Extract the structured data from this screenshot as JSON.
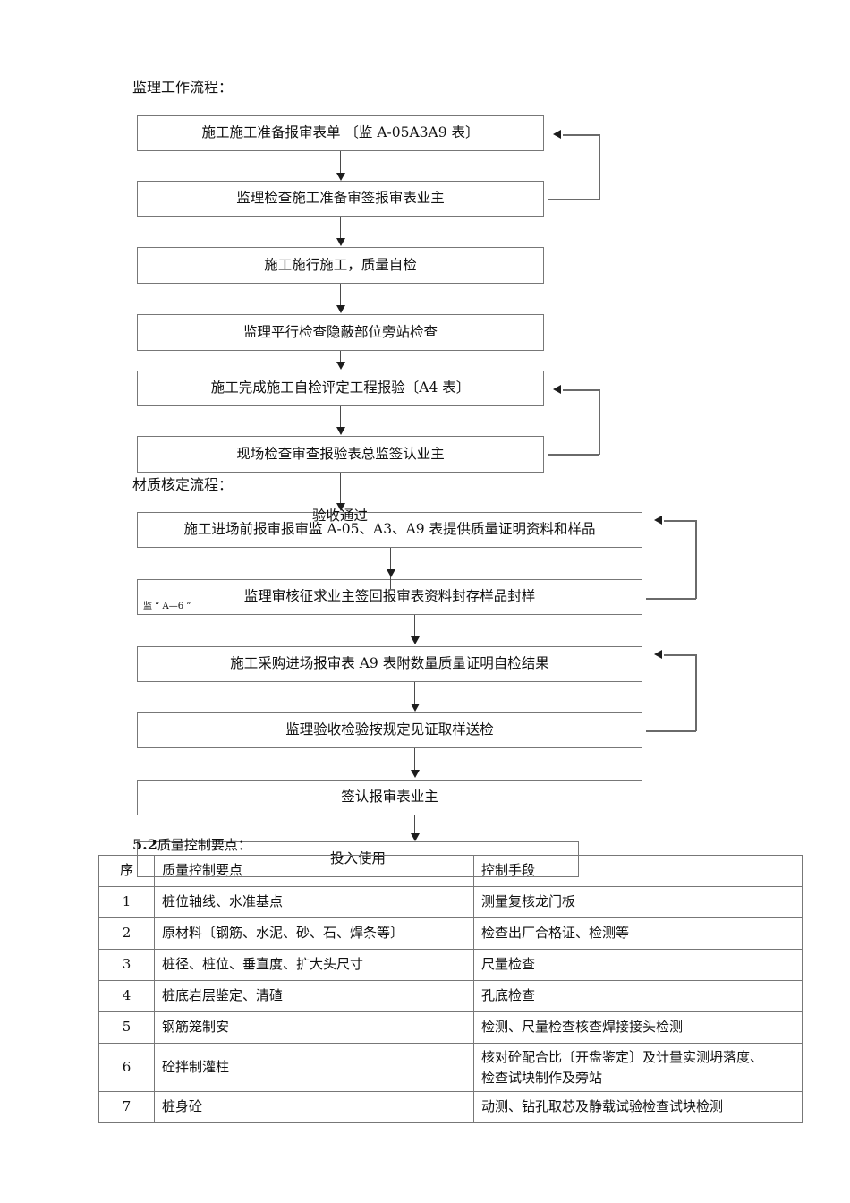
{
  "document": {
    "sections": [
      {
        "id": "supervision-flow",
        "caption": "监理工作流程："
      },
      {
        "id": "material-flow",
        "caption": "材质核定流程："
      },
      {
        "id": "quality-points",
        "caption_number": "5.2",
        "caption_text": "质量控制要点："
      }
    ]
  },
  "supervision_flow": {
    "boxes": [
      {
        "id": "box-1",
        "label": "施工施工准备报审表单 〔监 A-05A3A9 表〕"
      },
      {
        "id": "box-2",
        "label": "监理检查施工准备审签报审表业主"
      },
      {
        "id": "box-3",
        "label": "施工施行施工，质量自检"
      },
      {
        "id": "box-4",
        "label": "监理平行检查隐蔽部位旁站检查"
      },
      {
        "id": "box-5",
        "label": "施工完成施工自检评定工程报验〔A4 表〕"
      },
      {
        "id": "box-6",
        "label": "现场检查审查报验表总监签认业主"
      }
    ]
  },
  "material_flow": {
    "boxes": [
      {
        "id": "box-7",
        "label": "施工进场前报审报审监 A-05、A3、A9 表提供质量证明资料和样品"
      },
      {
        "id": "box-8",
        "label": "监理审核征求业主签回报审表资料封存样品封样"
      },
      {
        "id": "box-9",
        "label": "施工采购进场报审表 A9 表附数量质量证明自检结果"
      },
      {
        "id": "box-10",
        "label": "监理验收检验按规定见证取样送检"
      },
      {
        "id": "box-11",
        "label": "签认报审表业主"
      },
      {
        "id": "box-12",
        "label": "投入使用"
      }
    ],
    "overlay_labels": [
      {
        "id": "pass-label",
        "label": "验收通过"
      },
      {
        "id": "form-a6-label",
        "label": "监 “ A—6 ”"
      }
    ]
  },
  "quality_table": {
    "headers": [
      "序",
      "质量控制要点",
      "控制手段"
    ],
    "rows": [
      {
        "index": "1",
        "point": "桩位轴线、水准基点",
        "method": "测量复核龙门板"
      },
      {
        "index": "2",
        "point": "原材料〔钢筋、水泥、砂、石、焊条等〕",
        "method": "检查出厂合格证、检测等"
      },
      {
        "index": "3",
        "point": "桩径、桩位、垂直度、扩大头尺寸",
        "method": "尺量检查"
      },
      {
        "index": "4",
        "point": "桩底岩层鉴定、清碴",
        "method": "孔底检查"
      },
      {
        "index": "5",
        "point": "钢筋笼制安",
        "method": "检测、尺量检查核查焊接接头检测"
      },
      {
        "index": "6",
        "point": "砼拌制灌柱",
        "method_line1": "核对砼配合比〔开盘鉴定〕及计量实测坍落度、",
        "method_line2": "检查试块制作及旁站"
      },
      {
        "index": "7",
        "point": "桩身砼",
        "method": "动测、钻孔取芯及静载试验检查试块检测"
      }
    ]
  },
  "colors": {
    "box_border": "#777777",
    "line": "#4a4a4a",
    "arrow": "#1d1d1d",
    "text": "#111111",
    "background": "#ffffff"
  }
}
